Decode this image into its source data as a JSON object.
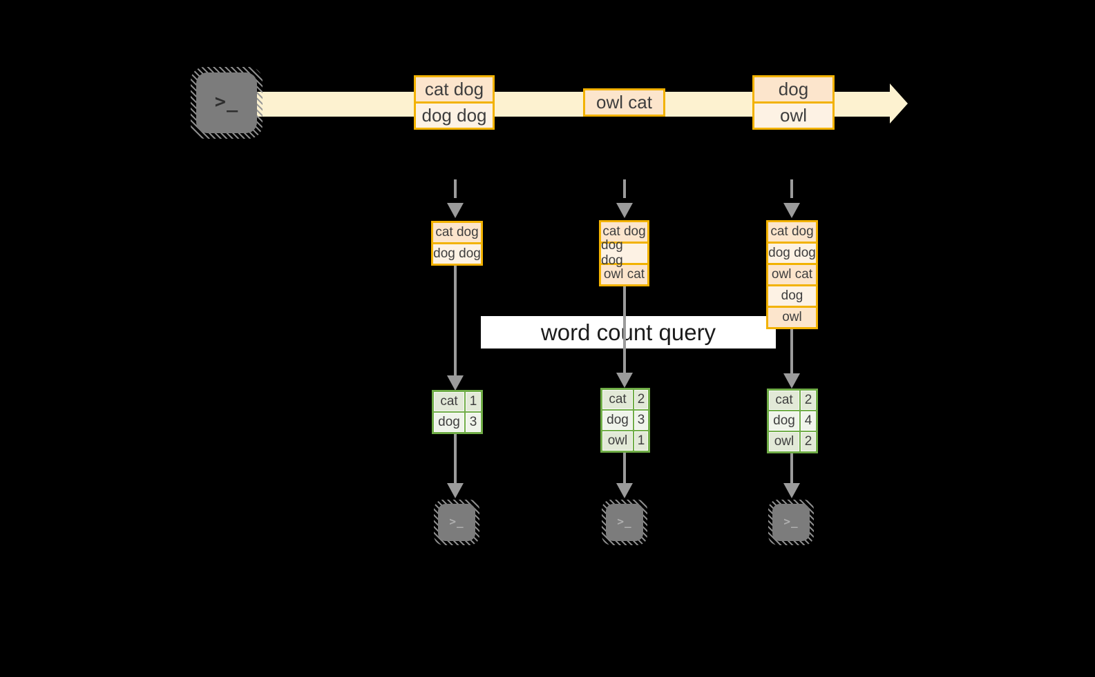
{
  "diagram": {
    "query_label": "word count query",
    "terminal_glyph": ">_"
  },
  "stream": {
    "events": [
      {
        "rows": [
          "cat dog",
          "dog dog"
        ]
      },
      {
        "rows": [
          "owl cat"
        ]
      },
      {
        "rows": [
          "dog",
          "owl"
        ]
      }
    ]
  },
  "columns": [
    {
      "accumulated": [
        "cat dog",
        "dog dog"
      ],
      "counts": [
        {
          "word": "cat",
          "count": "1"
        },
        {
          "word": "dog",
          "count": "3"
        }
      ]
    },
    {
      "accumulated": [
        "cat dog",
        "dog dog",
        "owl cat"
      ],
      "counts": [
        {
          "word": "cat",
          "count": "2"
        },
        {
          "word": "dog",
          "count": "3"
        },
        {
          "word": "owl",
          "count": "1"
        }
      ]
    },
    {
      "accumulated": [
        "cat dog",
        "dog dog",
        "owl cat",
        "dog",
        "owl"
      ],
      "counts": [
        {
          "word": "cat",
          "count": "2"
        },
        {
          "word": "dog",
          "count": "4"
        },
        {
          "word": "owl",
          "count": "2"
        }
      ]
    }
  ],
  "colors": {
    "stream_band": "#FDF2D0",
    "box_border": "#F2B200",
    "box_fill_dark": "#FCE5CC",
    "box_fill_light": "#FDF2E4",
    "table_border": "#70AD47",
    "table_fill_dark": "#E2E9D7",
    "table_fill_light": "#F0F4EB",
    "arrow_gray": "#9B9B9B",
    "terminal_gray": "#7C7C7C"
  }
}
